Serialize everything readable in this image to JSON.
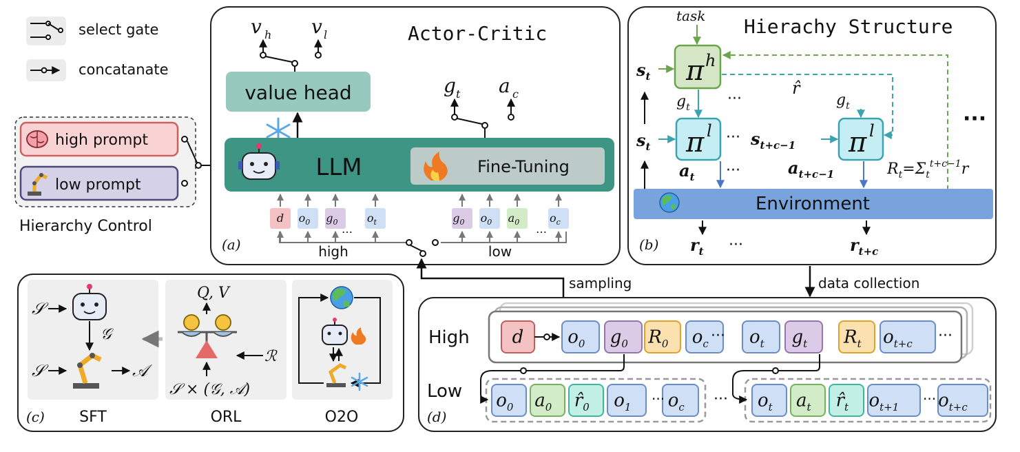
{
  "legend": {
    "select_gate": "select gate",
    "concatenate": "concatanate"
  },
  "control": {
    "high_prompt": "high prompt",
    "low_prompt": "low prompt",
    "title": "Hierarchy Control"
  },
  "panel_a": {
    "title": "Actor-Critic",
    "label": "(a)",
    "value_head": "value head",
    "llm": "LLM",
    "fine_tuning": "Fine-Tuning",
    "out_vh": "v",
    "out_vh_sub": "h",
    "out_vl": "v",
    "out_vl_sub": "l",
    "out_g": "g",
    "out_g_sub": "t",
    "out_a": "a",
    "out_a_sub": "c",
    "tokens_high": [
      {
        "main": "d",
        "sub": "",
        "kind": "d"
      },
      {
        "main": "o",
        "sub": "0",
        "kind": "o"
      },
      {
        "main": "g",
        "sub": "0",
        "kind": "g"
      },
      {
        "main": "o",
        "sub": "t",
        "kind": "o"
      }
    ],
    "tokens_low": [
      {
        "main": "g",
        "sub": "0",
        "kind": "g"
      },
      {
        "main": "o",
        "sub": "0",
        "kind": "o"
      },
      {
        "main": "a",
        "sub": "0",
        "kind": "a"
      },
      {
        "main": "o",
        "sub": "c",
        "kind": "o"
      }
    ],
    "high": "high",
    "low": "low"
  },
  "panel_b": {
    "title": "Hierachy Structure",
    "label": "(b)",
    "task": "task",
    "environment": "Environment",
    "pi": "π",
    "pi_h_sup": "h",
    "pi_l_sup": "l",
    "r_hat": "r̂",
    "dots": "···"
  },
  "panel_c": {
    "label": "(c)",
    "sft": "SFT",
    "orl": "ORL",
    "o2o": "O2O",
    "qv": "Q, V"
  },
  "panel_d": {
    "label": "(d)",
    "high": "High",
    "low": "Low",
    "sampling": "sampling",
    "data_collection": "data collection",
    "high_tokens": [
      {
        "main": "d",
        "sub": "",
        "kind": "d"
      },
      {
        "main": "o",
        "sub": "0",
        "kind": "o"
      },
      {
        "main": "g",
        "sub": "0",
        "kind": "g"
      },
      {
        "main": "R",
        "sub": "0",
        "kind": "r"
      },
      {
        "main": "o",
        "sub": "c",
        "kind": "o"
      },
      {
        "main": "o",
        "sub": "t",
        "kind": "o"
      },
      {
        "main": "g",
        "sub": "t",
        "kind": "g"
      },
      {
        "main": "R",
        "sub": "t",
        "kind": "r"
      },
      {
        "main": "o",
        "sub": "t+c",
        "kind": "o"
      }
    ],
    "low_tokens_1": [
      {
        "main": "o",
        "sub": "0",
        "kind": "o"
      },
      {
        "main": "a",
        "sub": "0",
        "kind": "a"
      },
      {
        "main": "r̂",
        "sub": "0",
        "kind": "rh"
      },
      {
        "main": "o",
        "sub": "1",
        "kind": "o"
      },
      {
        "main": "o",
        "sub": "c",
        "kind": "o"
      }
    ],
    "low_tokens_2": [
      {
        "main": "o",
        "sub": "t",
        "kind": "o"
      },
      {
        "main": "a",
        "sub": "t",
        "kind": "a"
      },
      {
        "main": "r̂",
        "sub": "t",
        "kind": "rh"
      },
      {
        "main": "o",
        "sub": "t+1",
        "kind": "o"
      },
      {
        "main": "o",
        "sub": "t+c",
        "kind": "o"
      }
    ]
  },
  "colors": {
    "llm": "#3f9584",
    "value_head": "#98c9bf",
    "environment": "#79a3dd",
    "pi_h": "#d5e6c6",
    "pi_l": "#c4eef3",
    "tok_d": "#f4c2c2",
    "tok_o": "#cfe0f6",
    "tok_g": "#dccbe6",
    "tok_a": "#d3ecc8",
    "tok_r": "#fbe1b0",
    "tok_rh": "#c2f0e6"
  }
}
